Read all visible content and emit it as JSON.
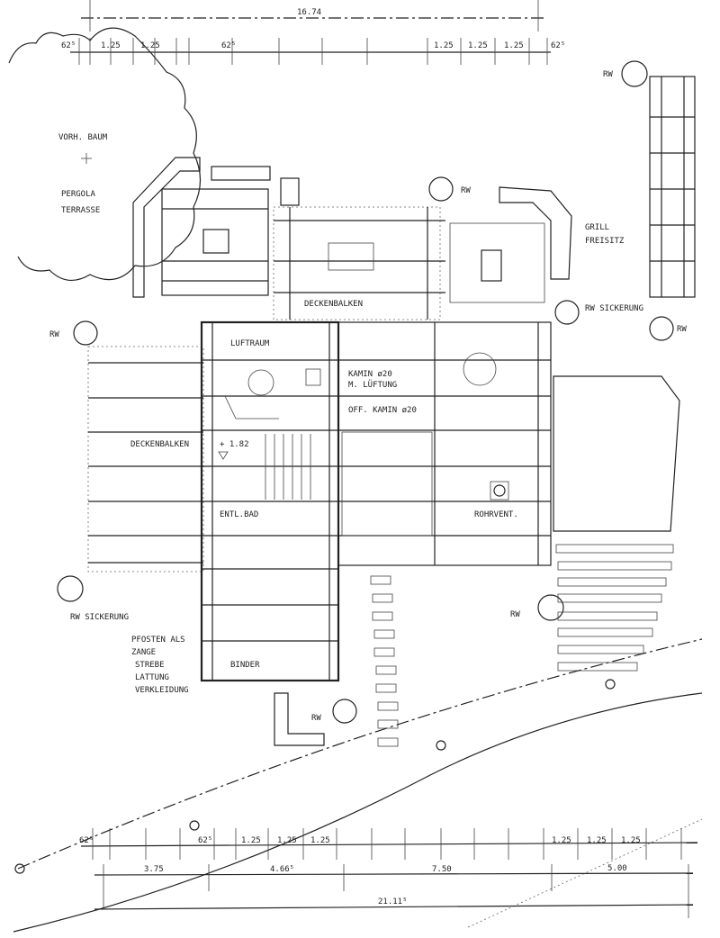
{
  "dimensions_top": {
    "total": "16.74",
    "segments": [
      "62⁵",
      "1.25",
      "1.25",
      "62⁵",
      "1.25",
      "1.25",
      "1.25",
      "62⁵"
    ]
  },
  "dimensions_bottom": {
    "row1": [
      "62⁵",
      "62⁵",
      "1.25",
      "1.25",
      "1.25",
      "1.25",
      "1.25",
      "1.25"
    ],
    "row2": [
      "3.75",
      "4.66⁵",
      "7.50",
      "5.00"
    ],
    "total": "21.11⁵"
  },
  "labels": {
    "tree": "VORH. BAUM",
    "pergola_1": "PERGOLA",
    "pergola_2": "TERRASSE",
    "rw": "RW",
    "grill_1": "GRILL",
    "grill_2": "FREISITZ",
    "rw_sickerung": "RW SICKERUNG",
    "deckenbalken": "DECKENBALKEN",
    "luftraum": "LUFTRAUM",
    "kamin_1": "KAMIN ø20",
    "kamin_2": "M. LÜFTUNG",
    "off_kamin": "OFF. KAMIN ø20",
    "level": "+ 1.82",
    "entl_bad": "ENTL.BAD",
    "rohrvent": "ROHRVENT.",
    "pfosten": [
      "PFOSTEN ALS",
      "ZANGE",
      "STREBE",
      "LATTUNG",
      "VERKLEIDUNG"
    ],
    "binder": "BINDER"
  }
}
